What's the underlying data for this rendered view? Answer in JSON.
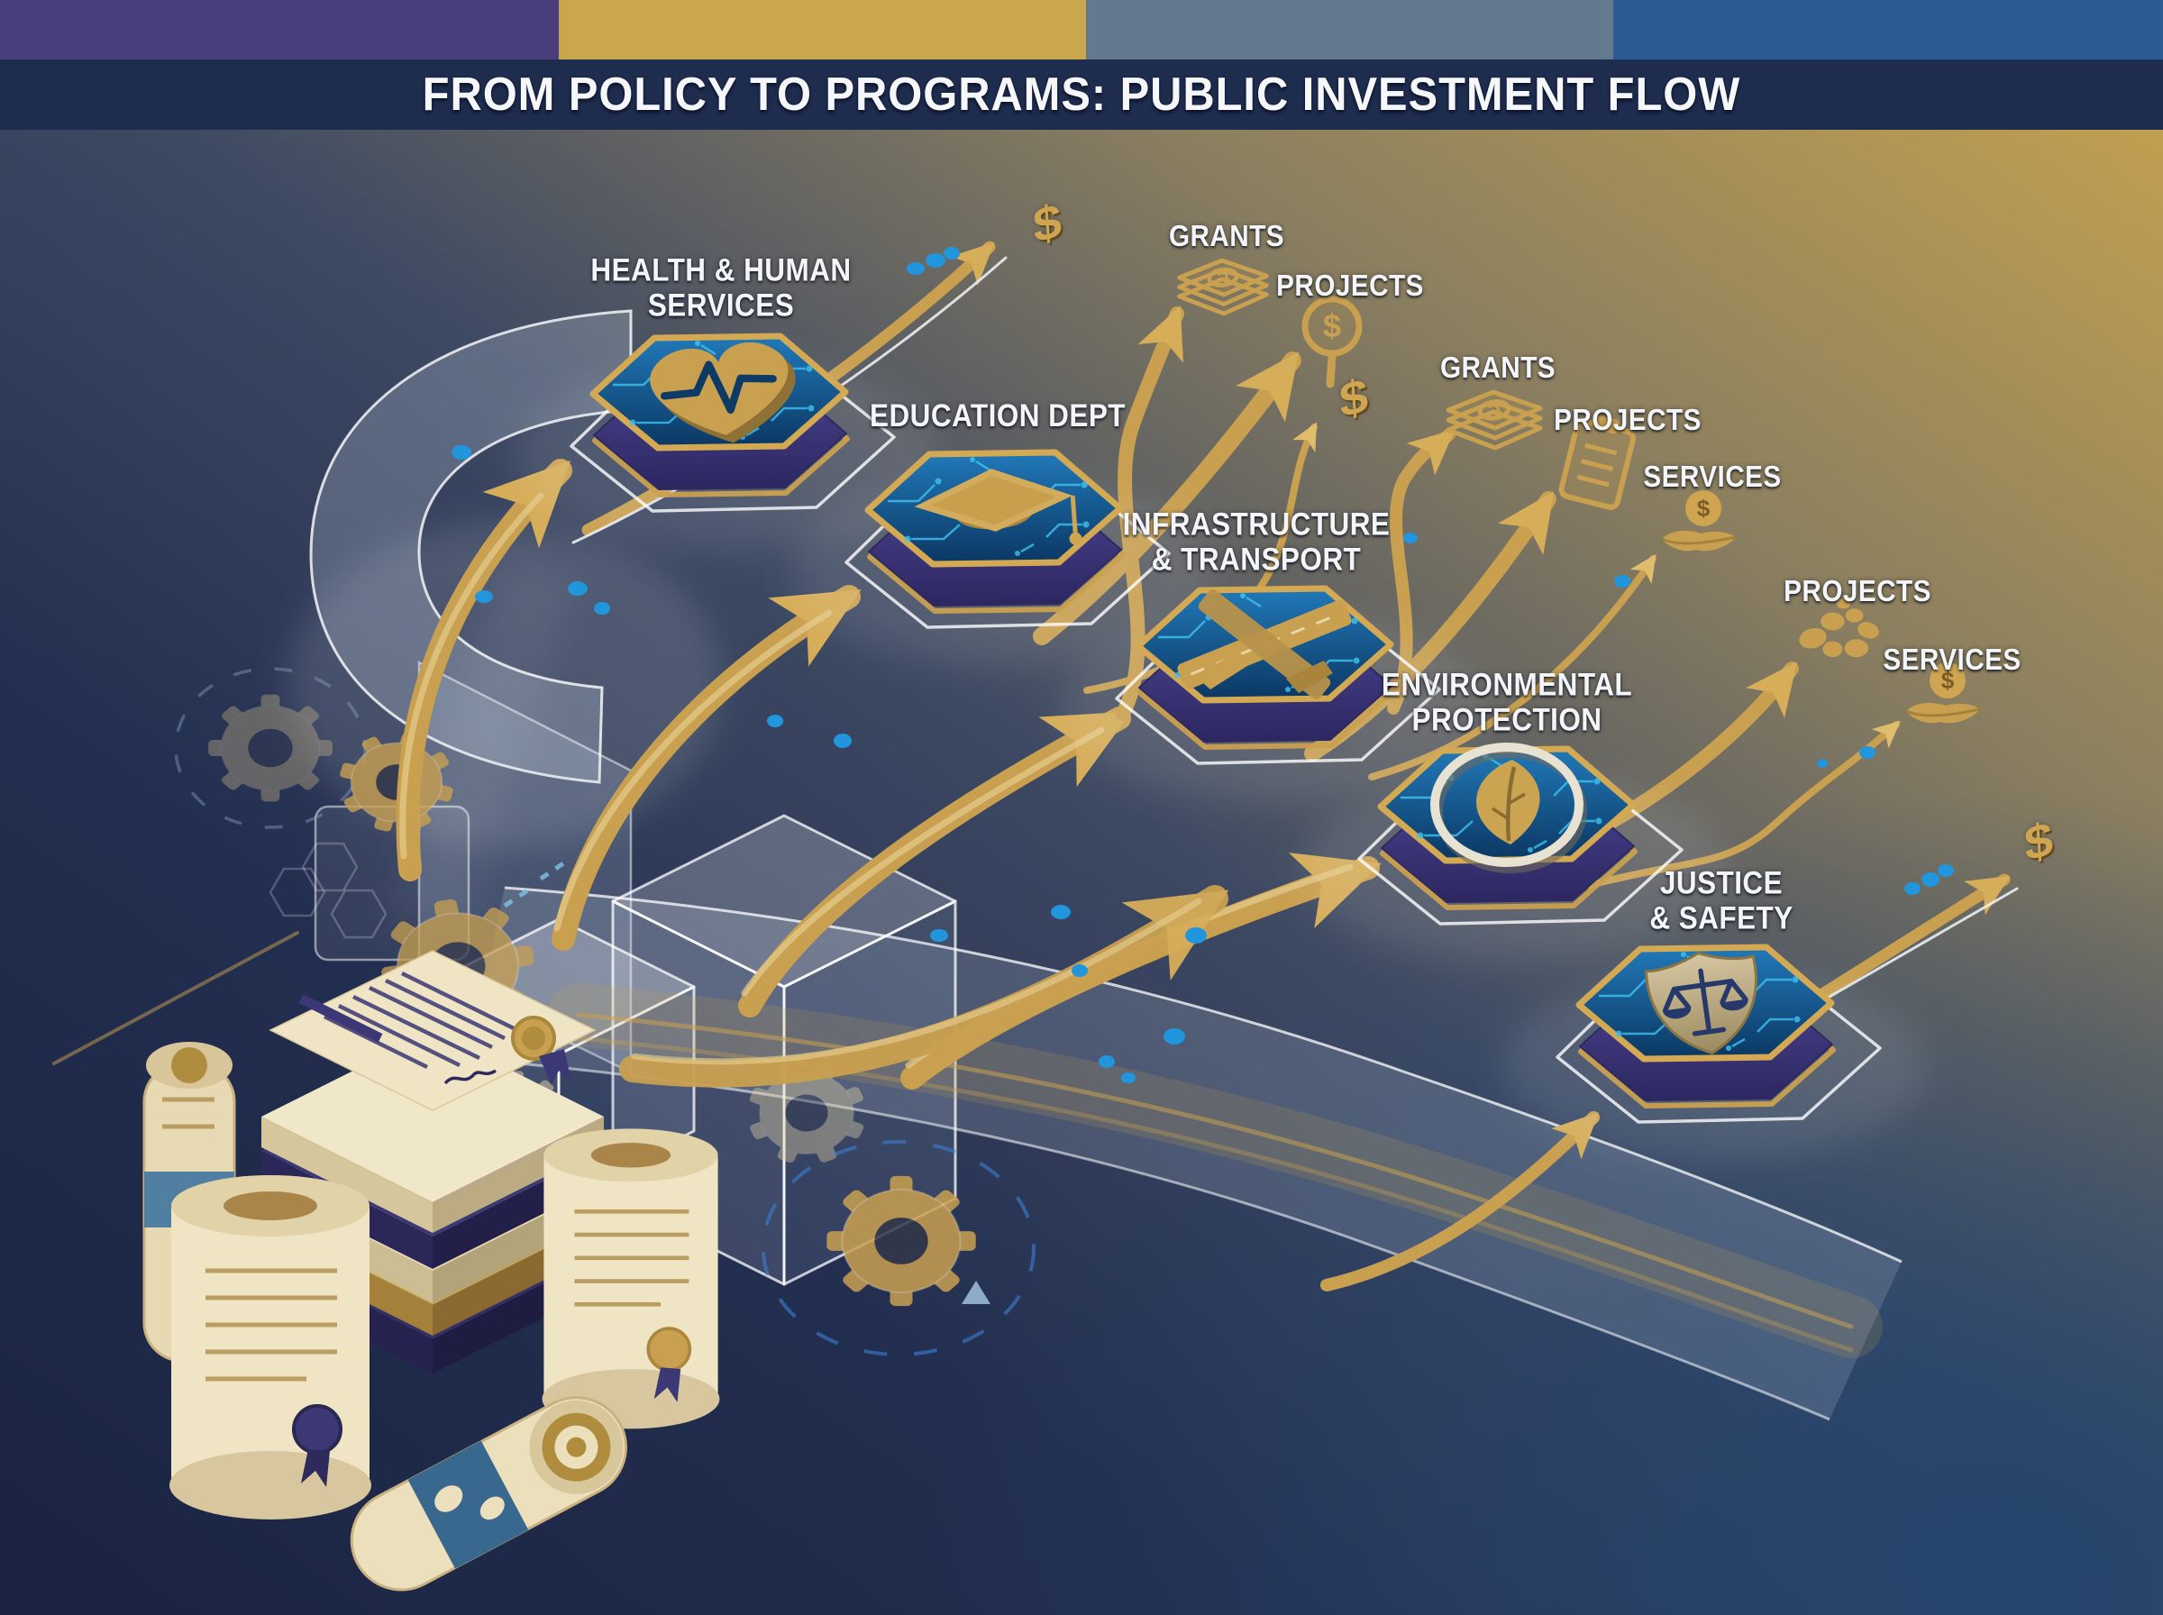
{
  "header": {
    "strip_colors": [
      "#4a3f7d",
      "#caa64e",
      "#64788e",
      "#2b5a94"
    ],
    "bar_color": "#1e2c4e",
    "title": "FROM POLICY TO PROGRAMS: PUBLIC INVESTMENT FLOW"
  },
  "departments": [
    {
      "id": "health",
      "label": "HEALTH & HUMAN\nSERVICES",
      "icon": "heart-pulse-icon"
    },
    {
      "id": "education",
      "label": "EDUCATION DEPT",
      "icon": "graduation-cap-icon"
    },
    {
      "id": "infrastructure",
      "label": "INFRASTRUCTURE\n& TRANSPORT",
      "icon": "highway-interchange-icon"
    },
    {
      "id": "environment",
      "label": "ENVIRONMENTAL\nPROTECTION",
      "icon": "leaf-ring-icon"
    },
    {
      "id": "justice",
      "label": "JUSTICE\n& SAFETY",
      "icon": "justice-scales-shield-icon"
    }
  ],
  "outputs": [
    {
      "label": "GRANTS",
      "icon": "banknote-stack-icon"
    },
    {
      "label": "PROJECTS",
      "icon": "magnifier-dollar-icon"
    },
    {
      "label": "GRANTS",
      "icon": "banknote-stack-icon"
    },
    {
      "label": "PROJECTS",
      "icon": "clipboard-icon"
    },
    {
      "label": "SERVICES",
      "icon": "hand-coin-icon"
    },
    {
      "label": "PROJECTS",
      "icon": "pebble-cluster-icon"
    },
    {
      "label": "SERVICES",
      "icon": "hand-coin-icon"
    }
  ],
  "glyphs": {
    "dollar": "$"
  },
  "illustrations": [
    "policy-documents-stack",
    "certificate-scrolls",
    "banknote-roll",
    "gears",
    "glass-pipeline",
    "glass-cubes",
    "flow-arrows",
    "data-dots"
  ],
  "palette": {
    "gold": "#c9a050",
    "gold_light": "#e3c47c",
    "dot_blue": "#2196dd",
    "badge_face_top": "#2179b8",
    "badge_face_bottom": "#0b3763",
    "badge_side": "#403a7c",
    "white_line": "#f2f5fa",
    "background_navy": "#1b2342",
    "background_gold": "#c6a24e",
    "background_blue_corner": "#24456e",
    "circuit_cyan": "#3fc3f0"
  }
}
